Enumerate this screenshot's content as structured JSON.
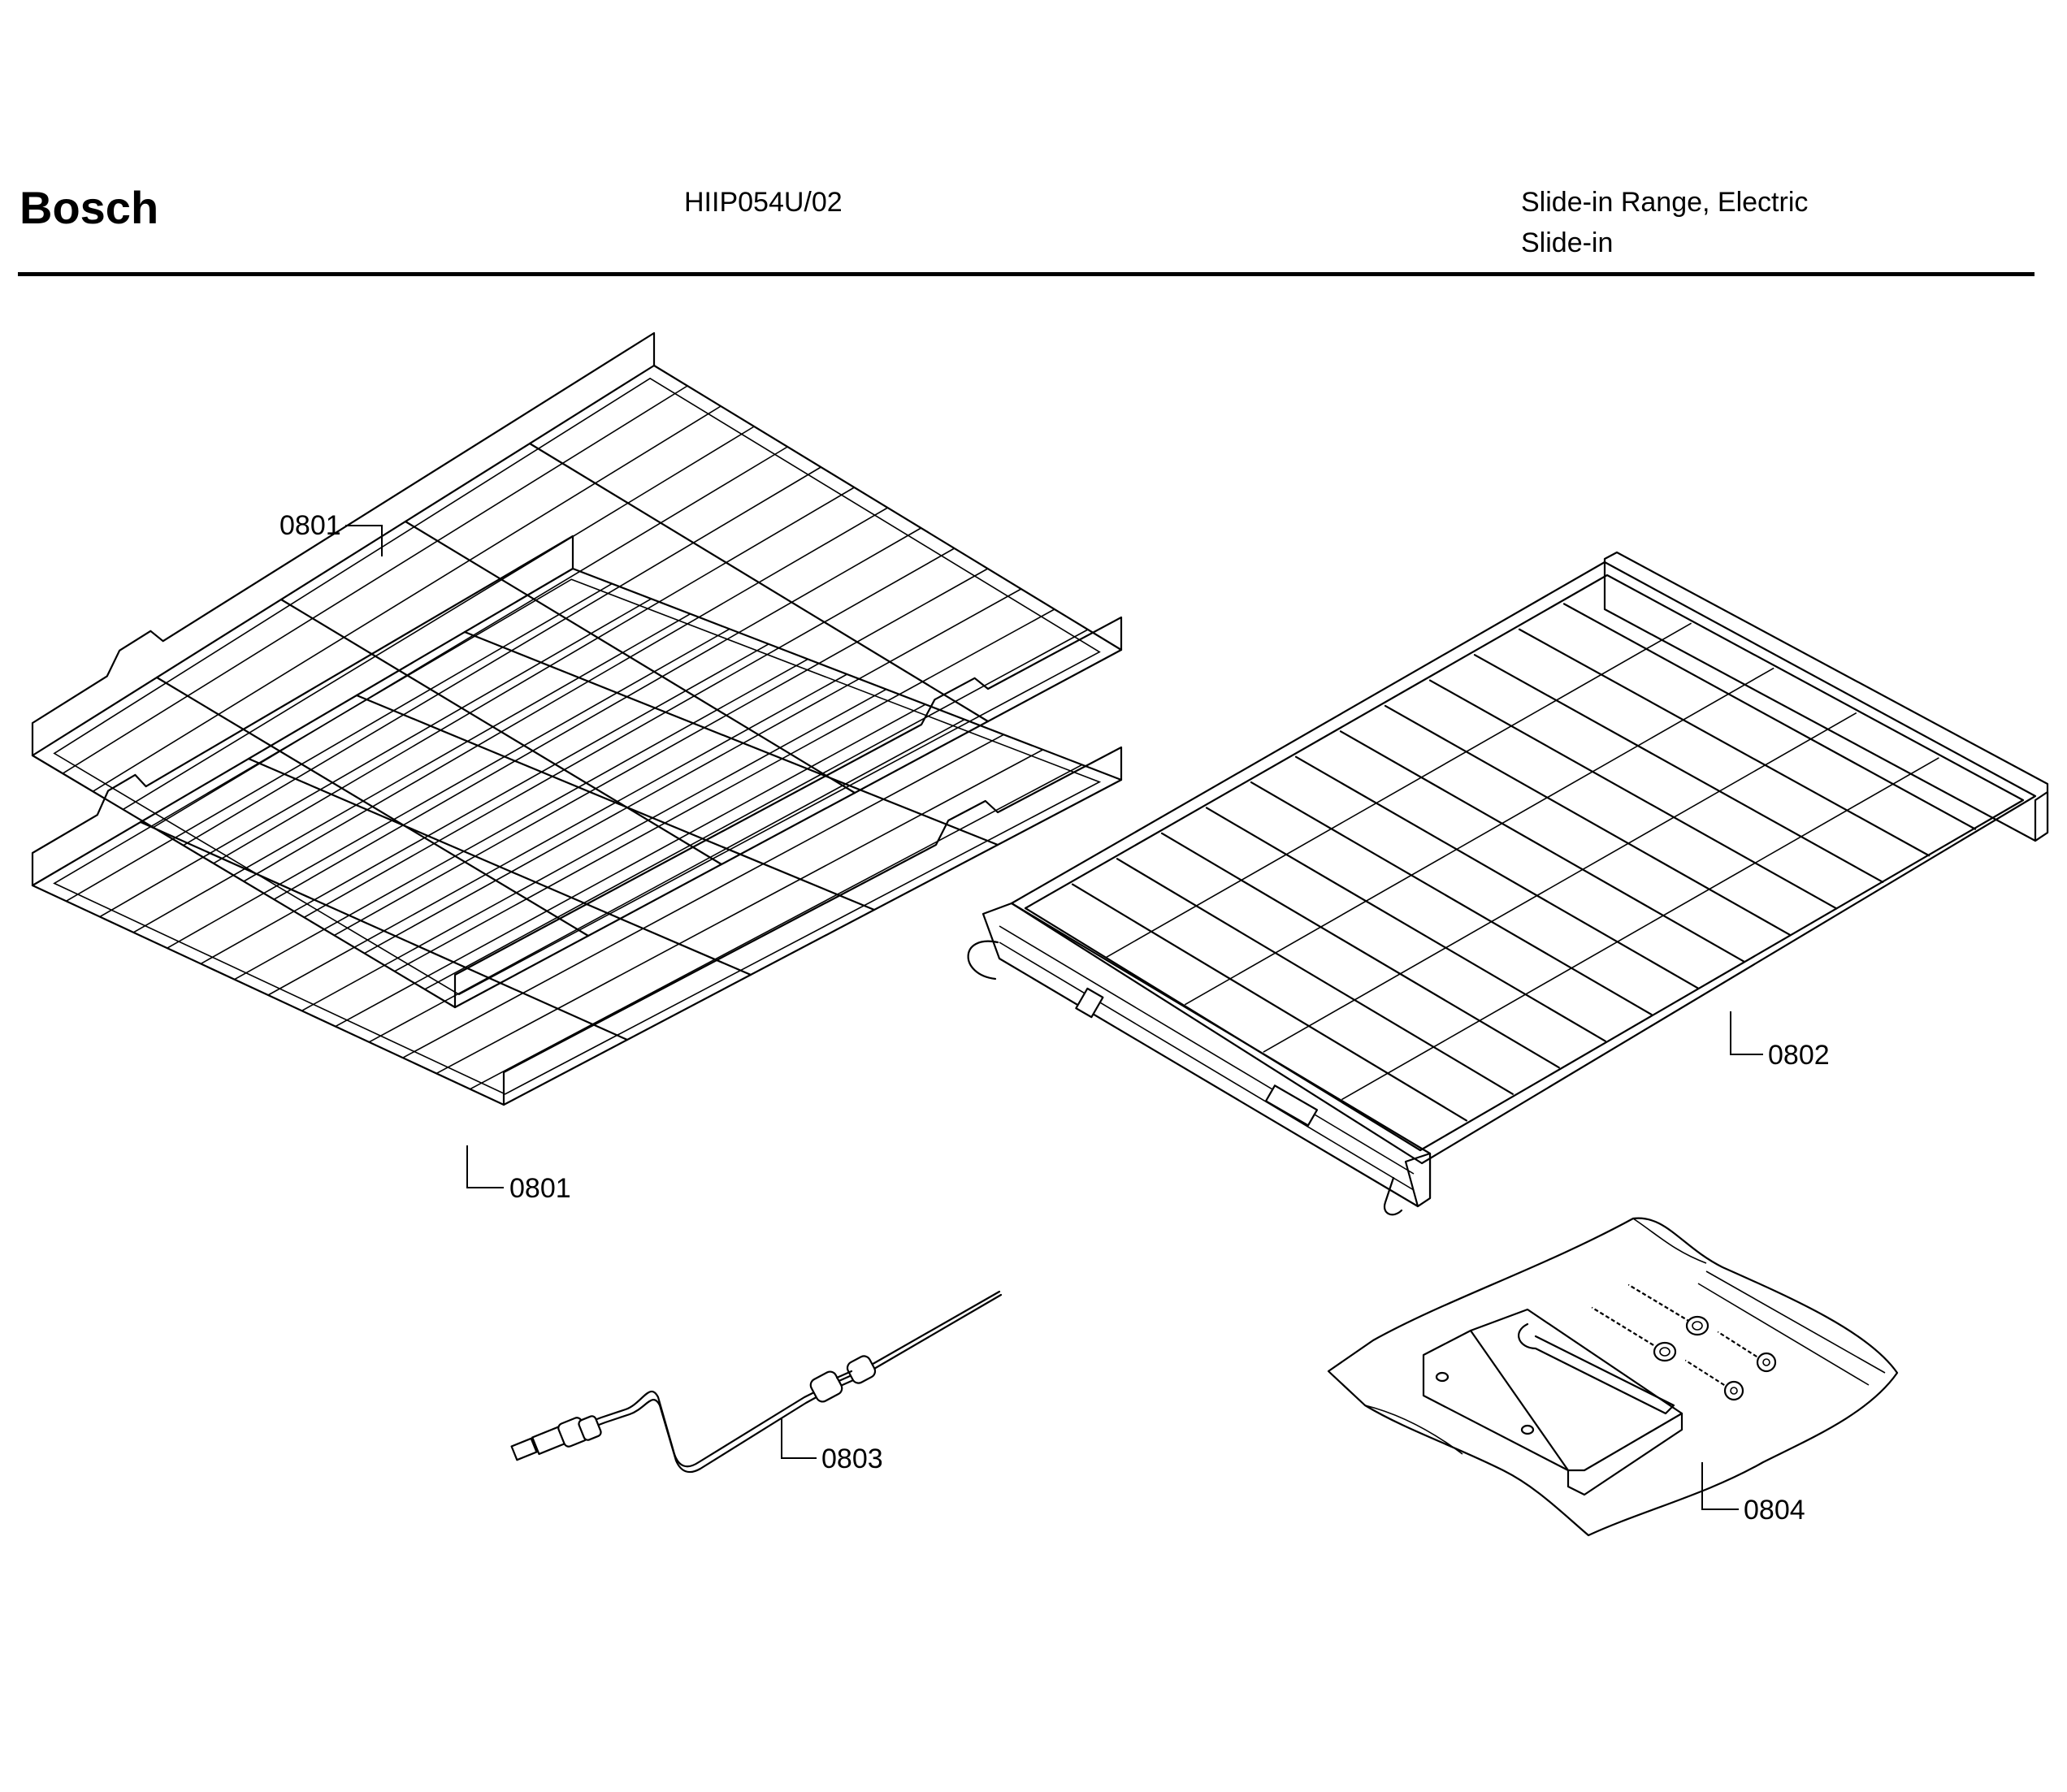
{
  "header": {
    "brand": "Bosch",
    "model": "HIIP054U/02",
    "product_type": "Slide-in Range, Electric",
    "product_subtype": "Slide-in"
  },
  "callouts": [
    {
      "id": "rack-upper",
      "label": "0801"
    },
    {
      "id": "rack-lower",
      "label": "0801"
    },
    {
      "id": "telescopic-rack",
      "label": "0802"
    },
    {
      "id": "meat-probe",
      "label": "0803"
    },
    {
      "id": "anti-tip-kit",
      "label": "0804"
    }
  ]
}
